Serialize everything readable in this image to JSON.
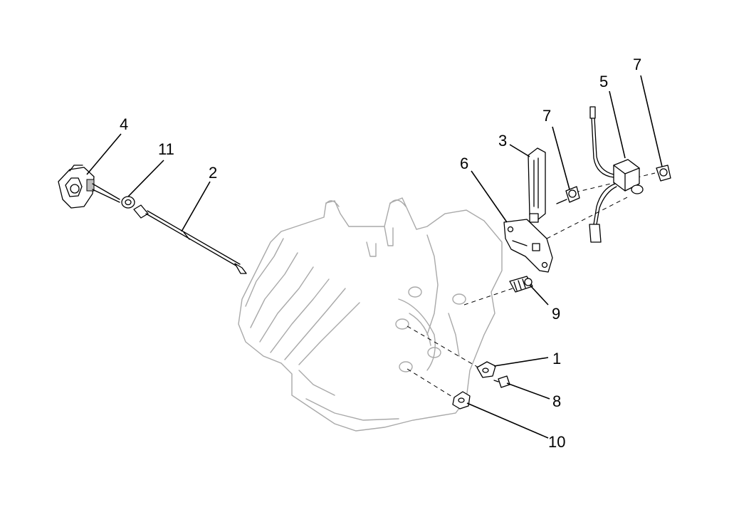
{
  "callouts": {
    "c4": "4",
    "c11": "11",
    "c2": "2",
    "c3": "3",
    "c7a": "7",
    "c6": "6",
    "c5": "5",
    "c7b": "7",
    "c9": "9",
    "c1": "1",
    "c8": "8",
    "c10": "10"
  }
}
